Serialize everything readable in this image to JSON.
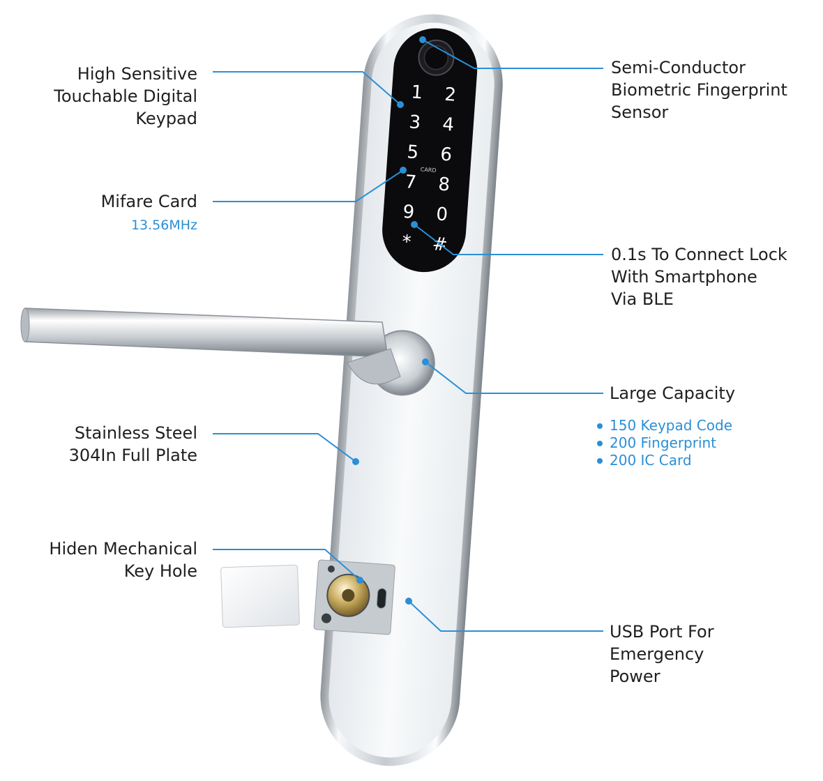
{
  "callouts": {
    "keypad": {
      "lines": [
        "High Sensitive",
        "Touchable Digital",
        "Keypad"
      ]
    },
    "card": {
      "title": "Mifare Card",
      "subtitle": "13.56MHz"
    },
    "plate": {
      "lines": [
        "Stainless Steel",
        "304In Full Plate"
      ]
    },
    "keyhole": {
      "lines": [
        "Hiden Mechanical",
        "Key Hole"
      ]
    },
    "fingerprint": {
      "lines": [
        "Semi-Conductor",
        "Biometric Fingerprint",
        "Sensor"
      ]
    },
    "ble": {
      "lines": [
        "0.1s To Connect Lock",
        "With Smartphone",
        "Via BLE"
      ]
    },
    "capacity": {
      "title": "Large Capacity",
      "items": [
        "150 Keypad Code",
        "200 Fingerprint",
        "200 IC Card"
      ]
    },
    "usb": {
      "lines": [
        "USB Port For",
        "Emergency",
        "Power"
      ]
    }
  },
  "keypad": {
    "keys": [
      "1",
      "2",
      "3",
      "4",
      "5",
      "6",
      "7",
      "8",
      "9",
      "0",
      "*",
      "#"
    ],
    "card_mark": "CARD"
  },
  "colors": {
    "accent": "#2a8fd6",
    "text": "#1f1f1f",
    "panel": "#0b0b0d",
    "steel": "#e9edf1"
  }
}
